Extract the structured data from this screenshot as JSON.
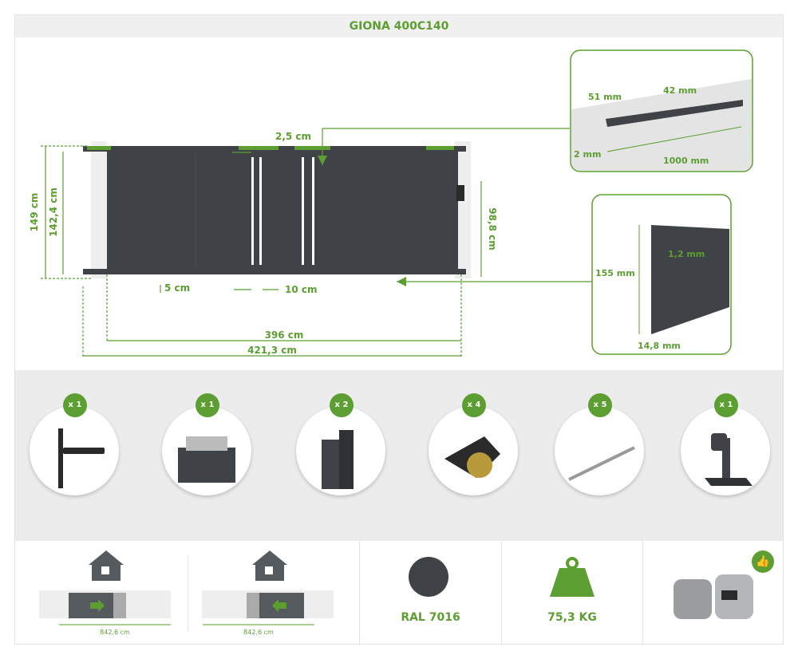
{
  "title": "GIONA 400C140",
  "colors": {
    "accent": "#5c9e31",
    "gate": "#3f4347"
  },
  "dimensions": {
    "height_total": "149 cm",
    "height_leaf": "142,4 cm",
    "gap": "2,5 cm",
    "height_inner": "98,8 cm",
    "ground": "5 cm",
    "spacing": "10 cm",
    "width_leaf": "396 cm",
    "width_total": "421,3 cm"
  },
  "rail_profile": {
    "w1": "51 mm",
    "w2": "42 mm",
    "thickness": "2 mm",
    "length": "1000 mm"
  },
  "slat_profile": {
    "height": "155 mm",
    "thickness": "1,2 mm",
    "depth": "14,8 mm"
  },
  "accessories": [
    {
      "name": "handle",
      "qty": "x 1"
    },
    {
      "name": "roller-guide",
      "qty": "x 1"
    },
    {
      "name": "bracket",
      "qty": "x 2"
    },
    {
      "name": "wheel",
      "qty": "x 4"
    },
    {
      "name": "rail",
      "qty": "x 5"
    },
    {
      "name": "stop-post",
      "qty": "x 1"
    }
  ],
  "opening": [
    {
      "direction": "right",
      "width": "842,6 cm"
    },
    {
      "direction": "left",
      "width": "842,6 cm"
    }
  ],
  "color_label": "RAL 7016",
  "weight": "75,3 KG"
}
